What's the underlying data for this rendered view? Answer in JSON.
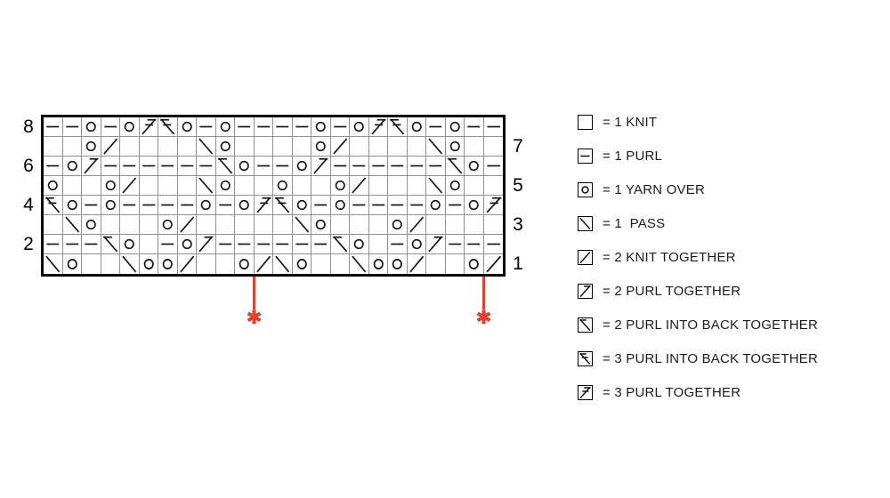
{
  "page": {
    "background": "#ffffff"
  },
  "chart": {
    "columns": 24,
    "rows": 8,
    "marker_color": "#e6402c",
    "left_labels": [
      "8",
      "6",
      "4",
      "2"
    ],
    "right_labels": [
      "7",
      "5",
      "3",
      "1"
    ],
    "markers": [
      {
        "boundary_index": 11,
        "glyph": "✱"
      },
      {
        "boundary_index": 23,
        "glyph": "✱"
      }
    ],
    "rows_top_to_bottom": [
      {
        "row_number": "8",
        "side": "left",
        "cells": [
          "purl",
          "purl",
          "yo",
          "purl",
          "yo",
          "p3tog",
          "p3tog-tbl",
          "yo",
          "purl",
          "yo",
          "purl",
          "purl",
          "purl",
          "purl",
          "yo",
          "purl",
          "yo",
          "p3tog",
          "p3tog-tbl",
          "yo",
          "purl",
          "yo",
          "purl",
          "purl"
        ]
      },
      {
        "row_number": "7",
        "side": "right",
        "cells": [
          "",
          "",
          "yo",
          "k2tog",
          "",
          "",
          "",
          "",
          "pass",
          "yo",
          "",
          "",
          "",
          "",
          "yo",
          "k2tog",
          "",
          "",
          "",
          "",
          "pass",
          "yo",
          "",
          ""
        ]
      },
      {
        "row_number": "6",
        "side": "left",
        "cells": [
          "purl",
          "yo",
          "p2tog",
          "purl",
          "purl",
          "purl",
          "purl",
          "purl",
          "purl",
          "p2tog-tbl",
          "yo",
          "purl",
          "purl",
          "yo",
          "p2tog",
          "purl",
          "purl",
          "purl",
          "purl",
          "purl",
          "purl",
          "p2tog-tbl",
          "yo",
          "purl"
        ]
      },
      {
        "row_number": "5",
        "side": "right",
        "cells": [
          "yo",
          "",
          "",
          "yo",
          "k2tog",
          "",
          "",
          "",
          "pass",
          "yo",
          "",
          "",
          "yo",
          "",
          "",
          "yo",
          "k2tog",
          "",
          "",
          "",
          "pass",
          "yo",
          "",
          ""
        ]
      },
      {
        "row_number": "4",
        "side": "left",
        "cells": [
          "p3tog-tbl",
          "yo",
          "purl",
          "yo",
          "purl",
          "purl",
          "purl",
          "purl",
          "yo",
          "purl",
          "yo",
          "p3tog",
          "p3tog-tbl",
          "yo",
          "purl",
          "yo",
          "purl",
          "purl",
          "purl",
          "purl",
          "yo",
          "purl",
          "yo",
          "p3tog"
        ]
      },
      {
        "row_number": "3",
        "side": "right",
        "cells": [
          "",
          "pass",
          "yo",
          "",
          "",
          "",
          "yo",
          "k2tog",
          "",
          "",
          "",
          "",
          "",
          "pass",
          "yo",
          "",
          "",
          "",
          "yo",
          "k2tog",
          "",
          "",
          "",
          ""
        ]
      },
      {
        "row_number": "2",
        "side": "left",
        "cells": [
          "purl",
          "purl",
          "purl",
          "p2tog-tbl",
          "yo",
          "",
          "purl",
          "yo",
          "p2tog",
          "purl",
          "purl",
          "purl",
          "purl",
          "purl",
          "purl",
          "p2tog-tbl",
          "yo",
          "",
          "purl",
          "yo",
          "p2tog",
          "purl",
          "purl",
          "purl"
        ]
      },
      {
        "row_number": "1",
        "side": "right",
        "cells": [
          "pass",
          "yo",
          "",
          "",
          "pass",
          "yo",
          "yo",
          "k2tog",
          "",
          "",
          "yo",
          "k2tog",
          "pass",
          "yo",
          "",
          "",
          "pass",
          "yo",
          "yo",
          "k2tog",
          "",
          "",
          "yo",
          "k2tog"
        ]
      }
    ]
  },
  "legend": {
    "items": [
      {
        "symbol": "knit",
        "label": "= 1 KNIT"
      },
      {
        "symbol": "purl",
        "label": "= 1 PURL"
      },
      {
        "symbol": "yo",
        "label": "= 1 YARN OVER"
      },
      {
        "symbol": "pass",
        "label": "= 1  PASS"
      },
      {
        "symbol": "k2tog",
        "label": "= 2 KNIT TOGETHER"
      },
      {
        "symbol": "p2tog",
        "label": "= 2 PURL TOGETHER"
      },
      {
        "symbol": "p2tog-tbl",
        "label": "= 2 PURL INTO BACK TOGETHER"
      },
      {
        "symbol": "p3tog-tbl",
        "label": "= 3 PURL INTO BACK TOGETHER"
      },
      {
        "symbol": "p3tog",
        "label": "= 3 PURL TOGETHER"
      }
    ]
  }
}
